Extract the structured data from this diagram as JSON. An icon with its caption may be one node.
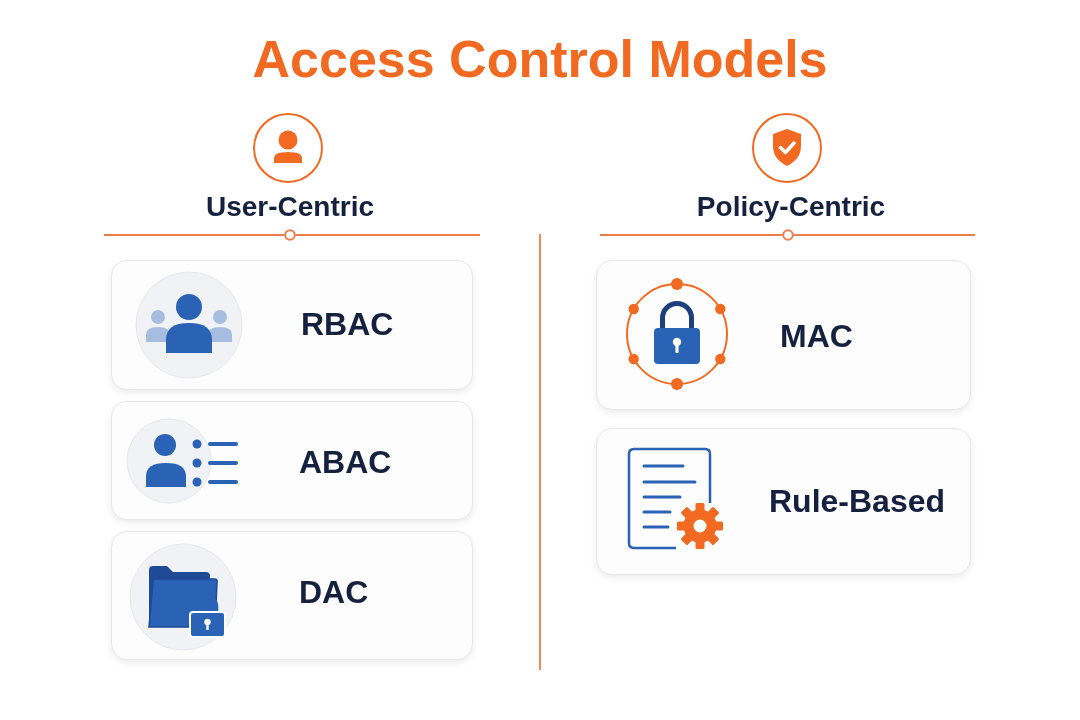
{
  "diagram": {
    "title": "Access Control Models",
    "nodes": [
      {
        "text": [
          "RBAC"
        ]
      },
      {
        "text": [
          "ABAC"
        ]
      },
      {
        "text": [
          "DAC"
        ]
      },
      {
        "text": [
          "MAC"
        ]
      },
      {
        "text": [
          "Rule-Based"
        ]
      }
    ],
    "labels": [
      "User-Centric",
      "Policy-Centric"
    ]
  }
}
